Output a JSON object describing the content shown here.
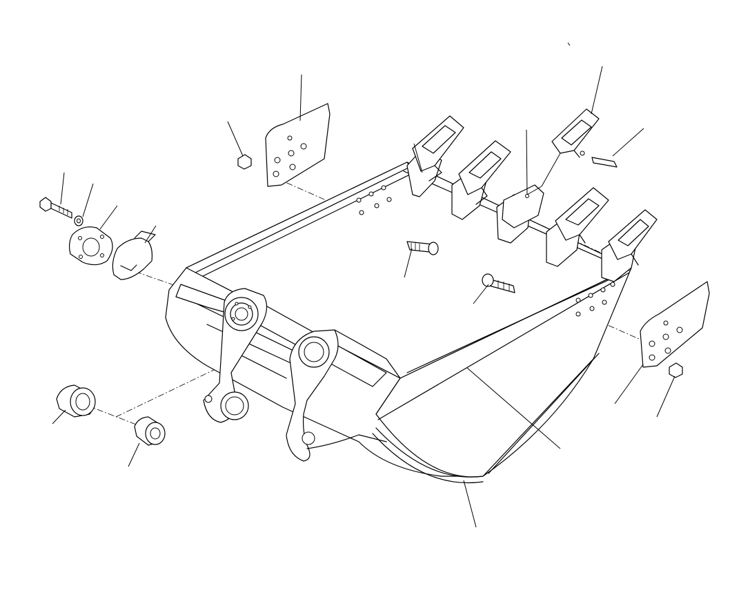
{
  "diagram": {
    "type": "exploded-parts-view",
    "subject": "excavator-bucket-assembly",
    "stroke_color": "#000000",
    "background_color": "#ffffff",
    "parts": [
      {
        "name": "bucket-body"
      },
      {
        "name": "tooth-point",
        "count": 5
      },
      {
        "name": "tooth-adapter",
        "count": 5
      },
      {
        "name": "side-cutter",
        "count": 2
      },
      {
        "name": "side-cutter-nut",
        "count": 2
      },
      {
        "name": "side-cutter-bolt",
        "count": 2
      },
      {
        "name": "boss-plate"
      },
      {
        "name": "shim"
      },
      {
        "name": "bolt"
      },
      {
        "name": "washer"
      },
      {
        "name": "bushing",
        "count": 2
      },
      {
        "name": "tooth-pin"
      }
    ],
    "callout_labels": []
  }
}
